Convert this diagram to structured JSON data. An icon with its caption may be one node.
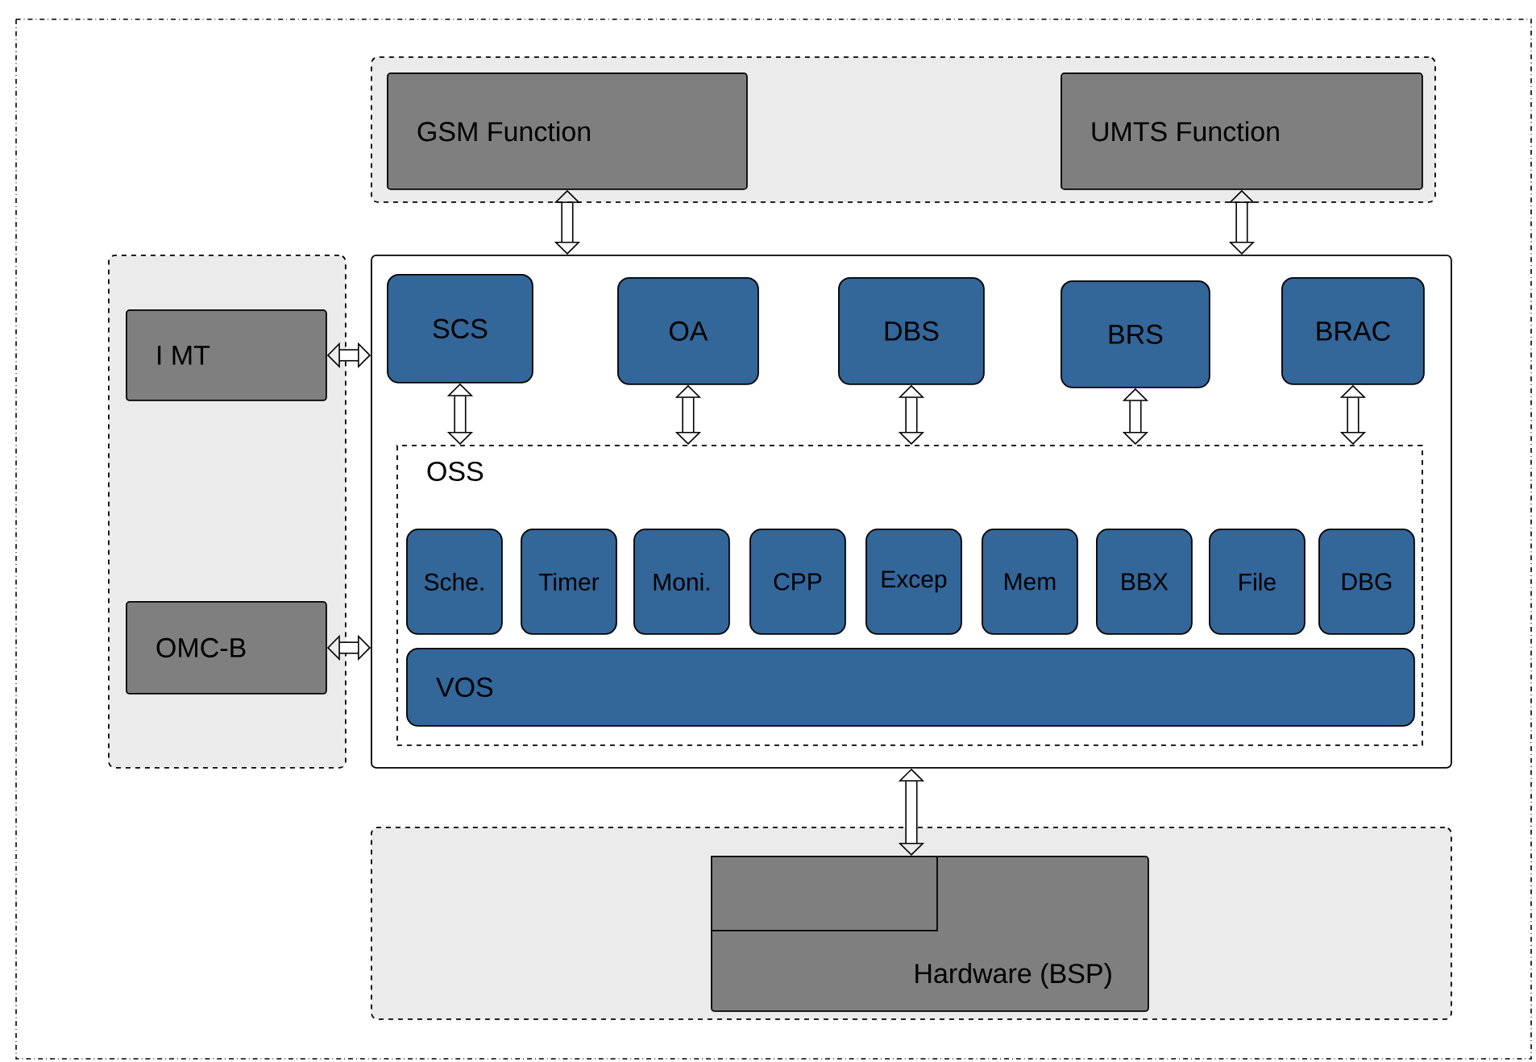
{
  "diagram": {
    "nodes": [
      {
        "text": [],
        "shape": "box"
      },
      {
        "text": [
          "GSM Function"
        ],
        "in": 0
      },
      {
        "text": [
          "UMTS Function"
        ],
        "in": 0
      },
      {
        "text": [],
        "shape": "box"
      },
      {
        "text": [
          "I MT"
        ],
        "in": 3
      },
      {
        "text": [
          "OMC-B"
        ],
        "in": 3
      },
      {
        "text": [],
        "shape": "box"
      },
      {
        "text": [
          "SCS"
        ],
        "in": 6
      },
      {
        "text": [
          "OA"
        ],
        "in": 6
      },
      {
        "text": [
          "DBS"
        ],
        "in": 6
      },
      {
        "text": [
          "BRS"
        ],
        "in": 6
      },
      {
        "text": [
          "BRAC"
        ],
        "in": 6
      },
      {
        "text": [
          "OSS"
        ],
        "in": 6
      },
      {
        "text": [
          "Sche."
        ],
        "in": 12
      },
      {
        "text": [
          "Timer"
        ],
        "in": 12
      },
      {
        "text": [
          "Moni."
        ],
        "in": 12
      },
      {
        "text": [
          "CPP"
        ],
        "in": 12
      },
      {
        "text": [
          "Excep"
        ],
        "in": 12
      },
      {
        "text": [
          "Mem"
        ],
        "in": 12
      },
      {
        "text": [
          "BBX"
        ],
        "in": 12
      },
      {
        "text": [
          "File"
        ],
        "in": 12
      },
      {
        "text": [
          "DBG"
        ],
        "in": 12
      },
      {
        "text": [
          "VOS"
        ],
        "in": 12
      },
      {
        "text": [],
        "shape": "box"
      },
      {
        "text": [
          "Hardware (BSP)"
        ],
        "in": 23
      },
      {
        "text": [],
        "shape": "box",
        "in": 24
      }
    ],
    "edges": [
      {
        "from": 1,
        "to": 6,
        "arrow": "both"
      },
      {
        "from": 2,
        "to": 6,
        "arrow": "both"
      },
      {
        "from": 4,
        "to": 6,
        "arrow": "both"
      },
      {
        "from": 5,
        "to": 6,
        "arrow": "both"
      },
      {
        "from": 7,
        "to": 12,
        "arrow": "both"
      },
      {
        "from": 8,
        "to": 12,
        "arrow": "both"
      },
      {
        "from": 9,
        "to": 12,
        "arrow": "both"
      },
      {
        "from": 10,
        "to": 12,
        "arrow": "both"
      },
      {
        "from": 11,
        "to": 12,
        "arrow": "both"
      },
      {
        "from": 6,
        "to": 24,
        "arrow": "both"
      }
    ]
  }
}
